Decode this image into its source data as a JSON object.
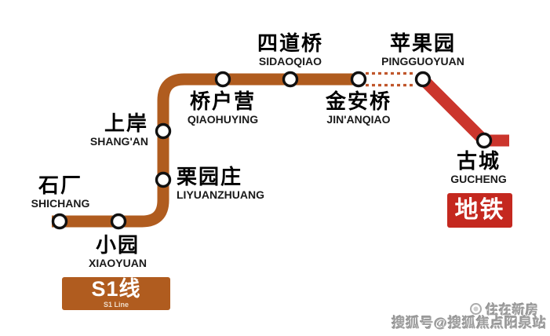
{
  "lines": {
    "s1": {
      "badge_zh": "S1线",
      "badge_en": "S1 Line",
      "color": "#b05c1f"
    },
    "metro": {
      "badge": "地铁",
      "badge_color": "#c4281f",
      "line_color": "#cb352c"
    },
    "construction": {
      "color": "#c0562b"
    }
  },
  "stations": [
    {
      "zh": "石厂",
      "en": "SHICHANG"
    },
    {
      "zh": "小园",
      "en": "XIAOYUAN"
    },
    {
      "zh": "栗园庄",
      "en": "LIYUANZHUANG"
    },
    {
      "zh": "上岸",
      "en": "SHANG'AN"
    },
    {
      "zh": "桥户营",
      "en": "QIAOHUYING"
    },
    {
      "zh": "四道桥",
      "en": "SIDAOQIAO"
    },
    {
      "zh": "金安桥",
      "en": "JIN'ANQIAO"
    },
    {
      "zh": "苹果园",
      "en": "PINGGUOYUAN"
    },
    {
      "zh": "古城",
      "en": "GUCHENG"
    }
  ],
  "watermark": {
    "brand": "住在新房",
    "account": "搜狐号@搜狐焦点阳泉站"
  }
}
